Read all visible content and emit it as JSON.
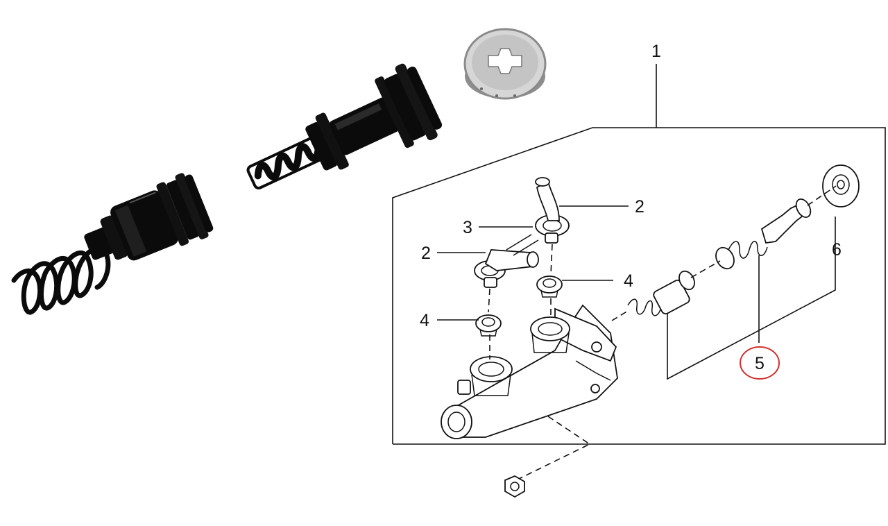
{
  "callouts": {
    "c1": "1",
    "c2a": "2",
    "c2b": "2",
    "c3": "3",
    "c4a": "4",
    "c4b": "4",
    "c5": "5",
    "c6": "6"
  },
  "colors": {
    "highlight_circle": "#d32f2f",
    "line": "#111111",
    "rubber_black": "#0b0b0b",
    "metal_washer": "#c9c9c9"
  }
}
